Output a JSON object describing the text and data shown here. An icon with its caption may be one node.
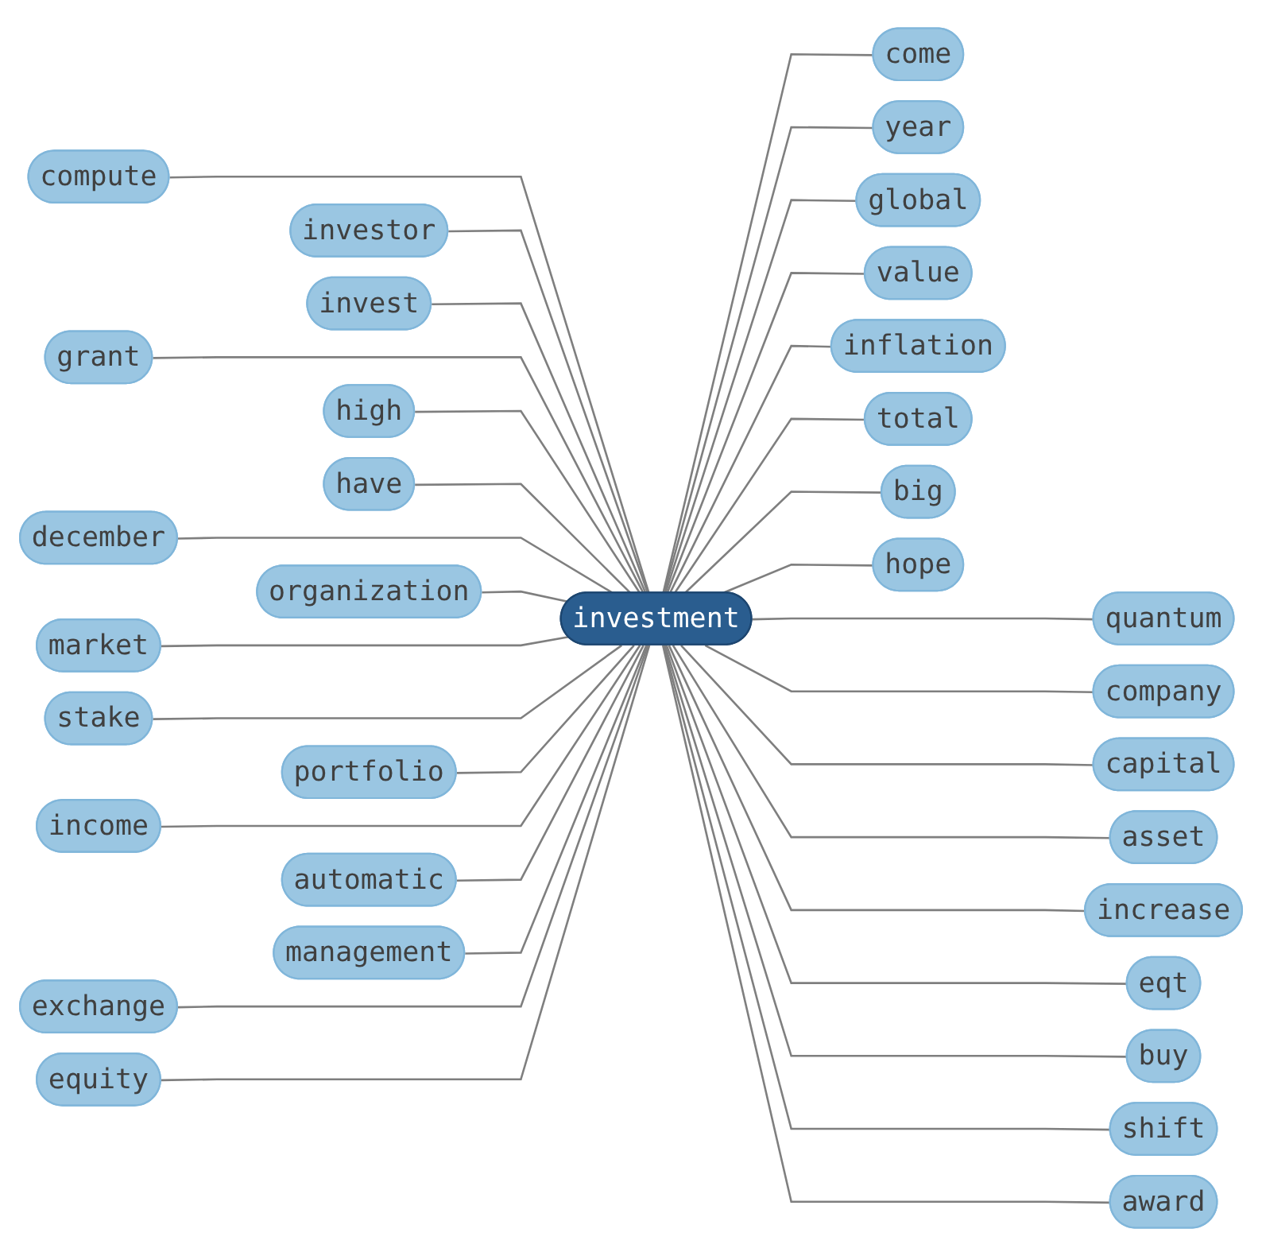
{
  "diagram": {
    "nodes": [
      {
        "text": [
          "quantum"
        ]
      },
      {
        "text": [
          "compute"
        ]
      },
      {
        "text": [
          "company"
        ]
      },
      {
        "text": [
          "come"
        ]
      },
      {
        "text": [
          "investor"
        ]
      },
      {
        "text": [
          "invest"
        ]
      },
      {
        "text": [
          "year"
        ]
      },
      {
        "text": [
          "grant"
        ]
      },
      {
        "text": [
          "high"
        ]
      },
      {
        "text": [
          "global"
        ]
      },
      {
        "text": [
          "capital"
        ]
      },
      {
        "text": [
          "have"
        ]
      },
      {
        "text": [
          "asset"
        ]
      },
      {
        "text": [
          "december"
        ]
      },
      {
        "text": [
          "value"
        ]
      },
      {
        "text": [
          "investment"
        ]
      },
      {
        "text": [
          "organization"
        ]
      },
      {
        "text": [
          "increase"
        ]
      },
      {
        "text": [
          "market"
        ]
      },
      {
        "text": [
          "stake"
        ]
      },
      {
        "text": [
          "inflation"
        ]
      },
      {
        "text": [
          "eqt"
        ]
      },
      {
        "text": [
          "total"
        ]
      },
      {
        "text": [
          "portfolio"
        ]
      },
      {
        "text": [
          "income"
        ]
      },
      {
        "text": [
          "buy"
        ]
      },
      {
        "text": [
          "automatic"
        ]
      },
      {
        "text": [
          "big"
        ]
      },
      {
        "text": [
          "hope"
        ]
      },
      {
        "text": [
          "management"
        ]
      },
      {
        "text": [
          "shift"
        ]
      },
      {
        "text": [
          "exchange"
        ]
      },
      {
        "text": [
          "award"
        ]
      },
      {
        "text": [
          "equity"
        ]
      }
    ],
    "edges": [
      {
        "from": 15,
        "to": 0,
        "arrow": "none"
      },
      {
        "from": 1,
        "to": 15,
        "arrow": "none"
      },
      {
        "from": 15,
        "to": 2,
        "arrow": "none"
      },
      {
        "from": 15,
        "to": 3,
        "arrow": "none"
      },
      {
        "from": 4,
        "to": 15,
        "arrow": "none"
      },
      {
        "from": 5,
        "to": 15,
        "arrow": "none"
      },
      {
        "from": 15,
        "to": 6,
        "arrow": "none"
      },
      {
        "from": 7,
        "to": 15,
        "arrow": "none"
      },
      {
        "from": 8,
        "to": 15,
        "arrow": "none"
      },
      {
        "from": 15,
        "to": 9,
        "arrow": "none"
      },
      {
        "from": 15,
        "to": 10,
        "arrow": "none"
      },
      {
        "from": 11,
        "to": 15,
        "arrow": "none"
      },
      {
        "from": 15,
        "to": 12,
        "arrow": "none"
      },
      {
        "from": 13,
        "to": 15,
        "arrow": "none"
      },
      {
        "from": 15,
        "to": 14,
        "arrow": "none"
      },
      {
        "from": 16,
        "to": 15,
        "arrow": "none"
      },
      {
        "from": 15,
        "to": 17,
        "arrow": "none"
      },
      {
        "from": 18,
        "to": 15,
        "arrow": "none"
      },
      {
        "from": 19,
        "to": 15,
        "arrow": "none"
      },
      {
        "from": 15,
        "to": 20,
        "arrow": "none"
      },
      {
        "from": 15,
        "to": 21,
        "arrow": "none"
      },
      {
        "from": 15,
        "to": 22,
        "arrow": "none"
      },
      {
        "from": 23,
        "to": 15,
        "arrow": "none"
      },
      {
        "from": 24,
        "to": 15,
        "arrow": "none"
      },
      {
        "from": 15,
        "to": 25,
        "arrow": "none"
      },
      {
        "from": 26,
        "to": 15,
        "arrow": "none"
      },
      {
        "from": 15,
        "to": 27,
        "arrow": "none"
      },
      {
        "from": 15,
        "to": 28,
        "arrow": "none"
      },
      {
        "from": 29,
        "to": 15,
        "arrow": "none"
      },
      {
        "from": 15,
        "to": 30,
        "arrow": "none"
      },
      {
        "from": 31,
        "to": 15,
        "arrow": "none"
      },
      {
        "from": 15,
        "to": 32,
        "arrow": "none"
      },
      {
        "from": 33,
        "to": 15,
        "arrow": "none"
      }
    ]
  }
}
